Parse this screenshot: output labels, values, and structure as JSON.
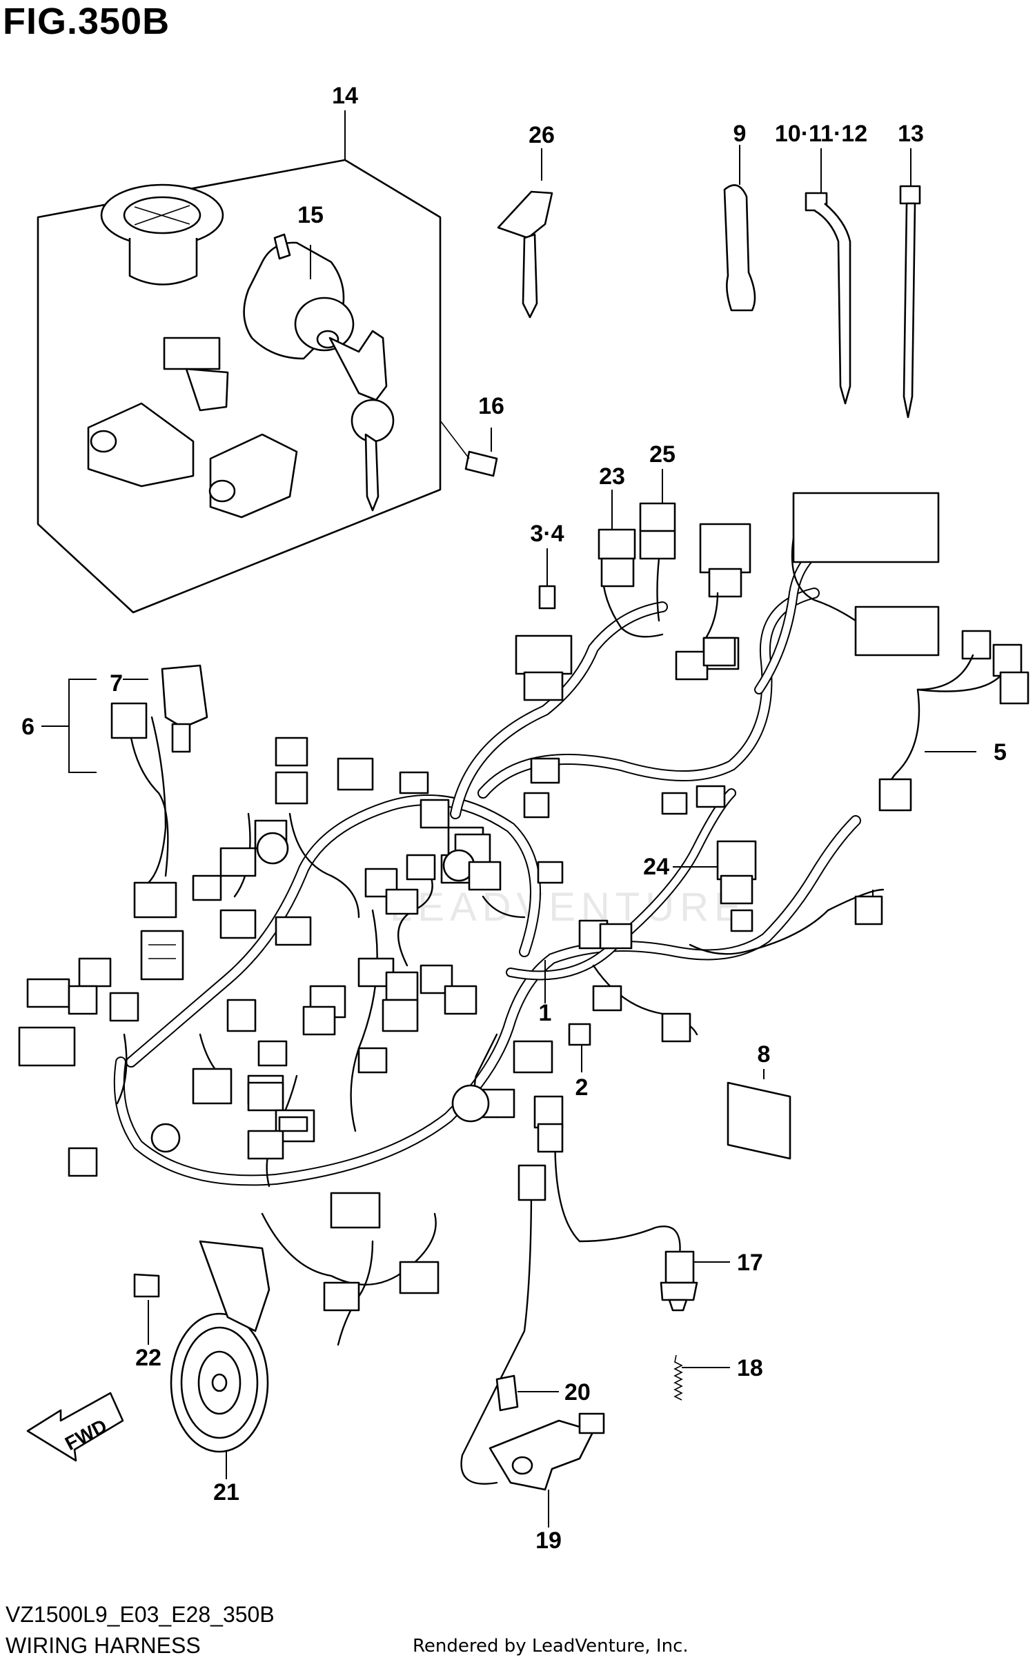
{
  "figure": {
    "title": "FIG.350B",
    "model_code": "VZ1500L9_E03_E28_350B",
    "section_name": "WIRING HARNESS",
    "render_credit": "Rendered by LeadVenture, Inc.",
    "watermark": "LEADVENTURE",
    "fwd_arrow": "FWD"
  },
  "callouts": [
    "1",
    "2",
    "3·4",
    "5",
    "6",
    "7",
    "8",
    "9",
    "10·11·12",
    "13",
    "14",
    "15",
    "16",
    "17",
    "18",
    "19",
    "20",
    "21",
    "22",
    "23",
    "24",
    "25",
    "26"
  ]
}
